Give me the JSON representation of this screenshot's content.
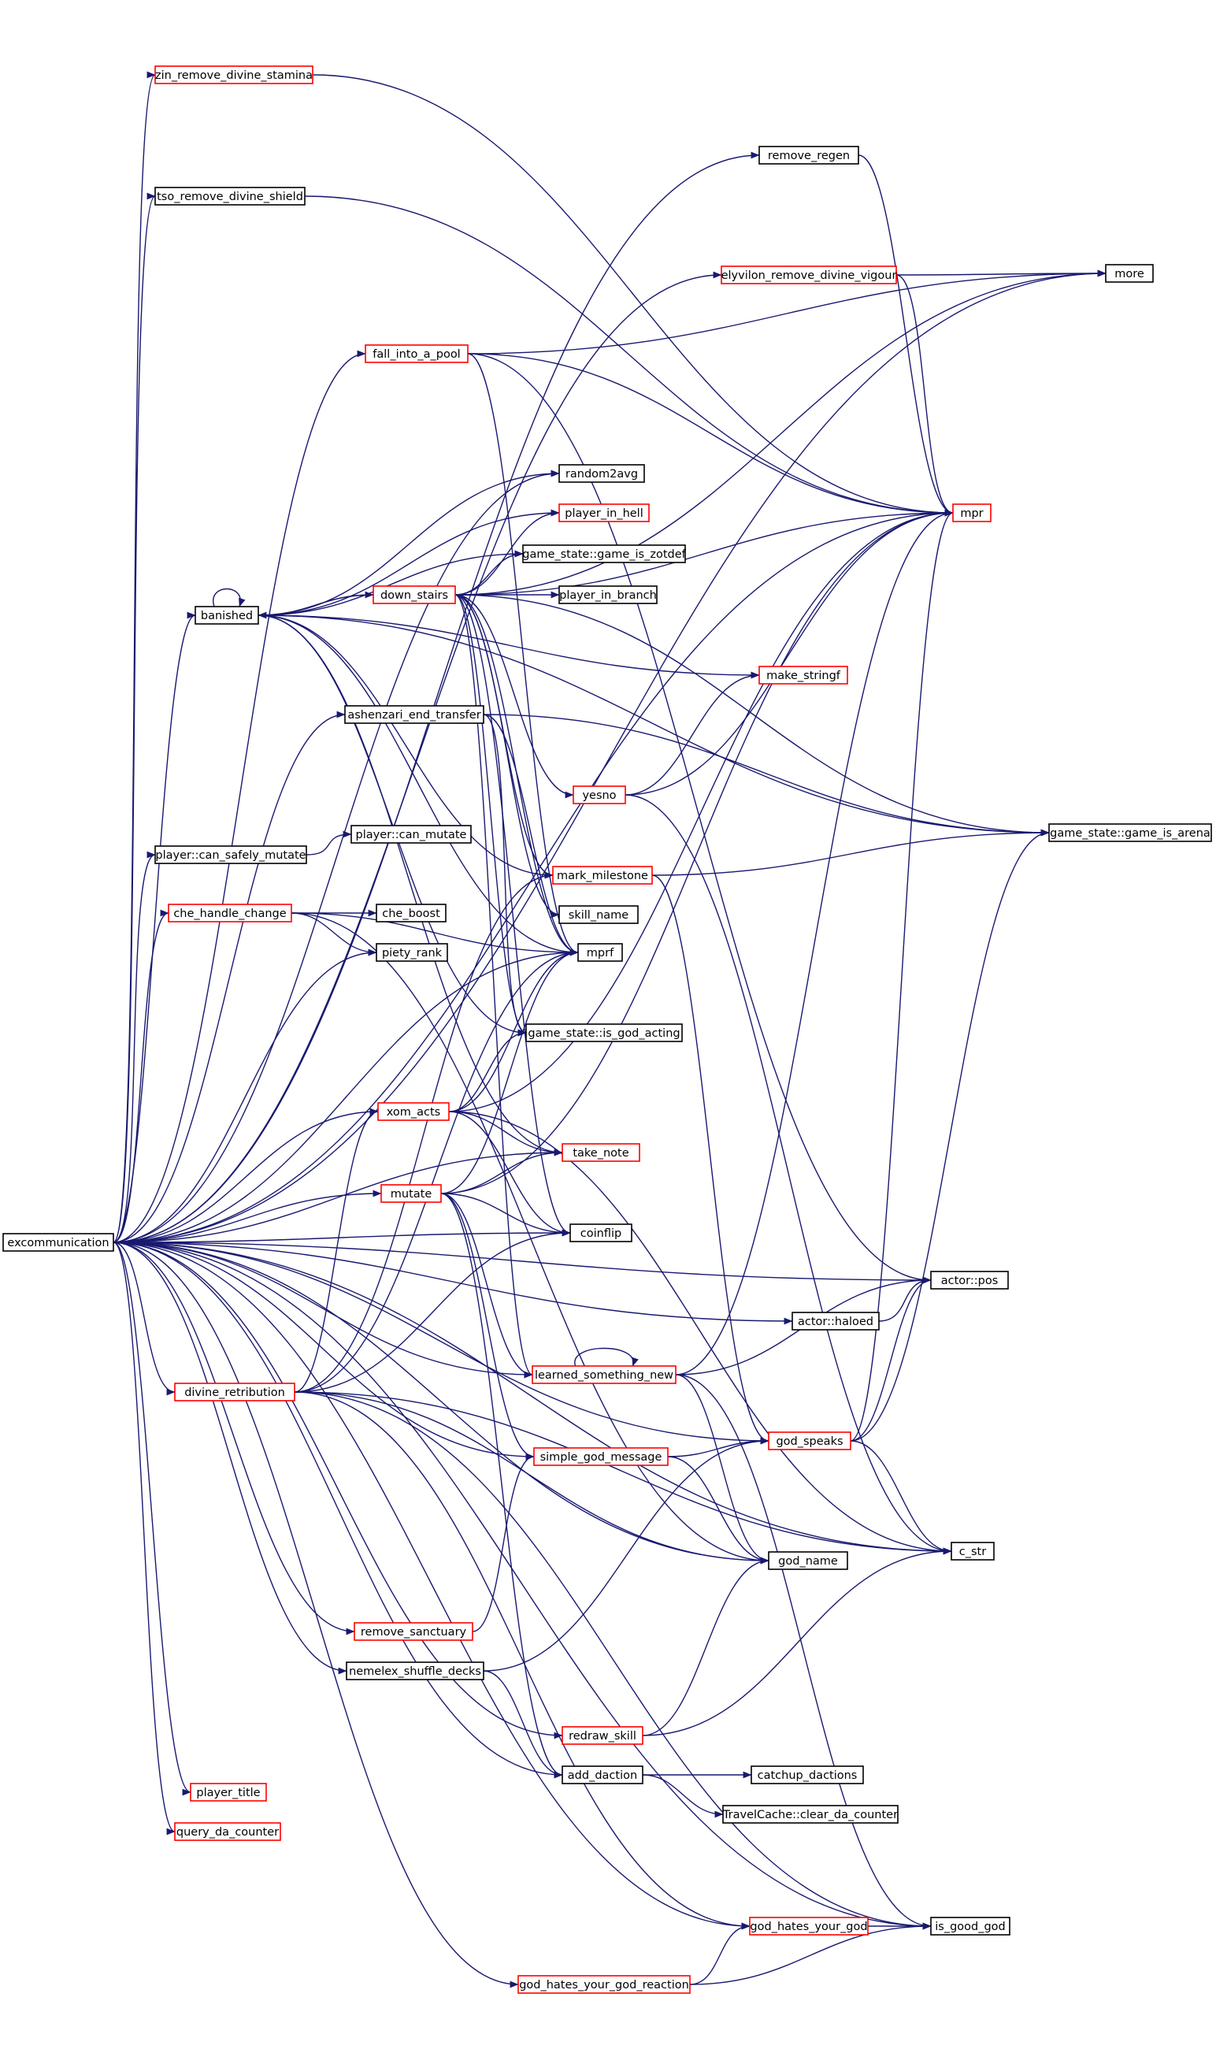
{
  "diagram": {
    "colors": {
      "edge": "#191970",
      "border_documented": "#000000",
      "border_undocumented": "#ff0000",
      "root_fill": "#bfbfbf",
      "node_fill": "#ffffff"
    },
    "nodes": [
      {
        "id": "excommunication",
        "label": "excommunication",
        "border": "black",
        "root": true
      },
      {
        "id": "zin_remove_divine_stamina",
        "label": "zin_remove_divine_stamina",
        "border": "red"
      },
      {
        "id": "remove_regen",
        "label": "remove_regen",
        "border": "black"
      },
      {
        "id": "tso_remove_divine_shield",
        "label": "tso_remove_divine_shield",
        "border": "black"
      },
      {
        "id": "more",
        "label": "more",
        "border": "black"
      },
      {
        "id": "elyvilon_remove_divine_vigour",
        "label": "elyvilon_remove_divine_vigour",
        "border": "red"
      },
      {
        "id": "fall_into_a_pool",
        "label": "fall_into_a_pool",
        "border": "red"
      },
      {
        "id": "random2avg",
        "label": "random2avg",
        "border": "black"
      },
      {
        "id": "player_in_hell",
        "label": "player_in_hell",
        "border": "red"
      },
      {
        "id": "mpr",
        "label": "mpr",
        "border": "red"
      },
      {
        "id": "game_is_zotdef",
        "label": "game_state::game_is_zotdef",
        "border": "black"
      },
      {
        "id": "banished",
        "label": "banished",
        "border": "black"
      },
      {
        "id": "down_stairs",
        "label": "down_stairs",
        "border": "red"
      },
      {
        "id": "player_in_branch",
        "label": "player_in_branch",
        "border": "black"
      },
      {
        "id": "make_stringf",
        "label": "make_stringf",
        "border": "red"
      },
      {
        "id": "ashenzari_end_transfer",
        "label": "ashenzari_end_transfer",
        "border": "black"
      },
      {
        "id": "yesno",
        "label": "yesno",
        "border": "red"
      },
      {
        "id": "game_is_arena",
        "label": "game_state::game_is_arena",
        "border": "black"
      },
      {
        "id": "can_safely_mutate",
        "label": "player::can_safely_mutate",
        "border": "black"
      },
      {
        "id": "can_mutate",
        "label": "player::can_mutate",
        "border": "black"
      },
      {
        "id": "mark_milestone",
        "label": "mark_milestone",
        "border": "red"
      },
      {
        "id": "che_handle_change",
        "label": "che_handle_change",
        "border": "red"
      },
      {
        "id": "che_boost",
        "label": "che_boost",
        "border": "black"
      },
      {
        "id": "skill_name",
        "label": "skill_name",
        "border": "black"
      },
      {
        "id": "piety_rank",
        "label": "piety_rank",
        "border": "black"
      },
      {
        "id": "mprf",
        "label": "mprf",
        "border": "black"
      },
      {
        "id": "is_god_acting",
        "label": "game_state::is_god_acting",
        "border": "black"
      },
      {
        "id": "xom_acts",
        "label": "xom_acts",
        "border": "red"
      },
      {
        "id": "take_note",
        "label": "take_note",
        "border": "red"
      },
      {
        "id": "mutate",
        "label": "mutate",
        "border": "red"
      },
      {
        "id": "coinflip",
        "label": "coinflip",
        "border": "black"
      },
      {
        "id": "actor_pos",
        "label": "actor::pos",
        "border": "black"
      },
      {
        "id": "actor_haloed",
        "label": "actor::haloed",
        "border": "black"
      },
      {
        "id": "divine_retribution",
        "label": "divine_retribution",
        "border": "red"
      },
      {
        "id": "learned_something_new",
        "label": "learned_something_new",
        "border": "red"
      },
      {
        "id": "god_speaks",
        "label": "god_speaks",
        "border": "red"
      },
      {
        "id": "simple_god_message",
        "label": "simple_god_message",
        "border": "red"
      },
      {
        "id": "c_str",
        "label": "c_str",
        "border": "black"
      },
      {
        "id": "god_name",
        "label": "god_name",
        "border": "black"
      },
      {
        "id": "remove_sanctuary",
        "label": "remove_sanctuary",
        "border": "red"
      },
      {
        "id": "nemelex_shuffle_decks",
        "label": "nemelex_shuffle_decks",
        "border": "black"
      },
      {
        "id": "redraw_skill",
        "label": "redraw_skill",
        "border": "red"
      },
      {
        "id": "add_daction",
        "label": "add_daction",
        "border": "black"
      },
      {
        "id": "catchup_dactions",
        "label": "catchup_dactions",
        "border": "black"
      },
      {
        "id": "clear_da_counter",
        "label": "TravelCache::clear_da_counter",
        "border": "black"
      },
      {
        "id": "player_title",
        "label": "player_title",
        "border": "red"
      },
      {
        "id": "query_da_counter",
        "label": "query_da_counter",
        "border": "red"
      },
      {
        "id": "god_hates_your_god",
        "label": "god_hates_your_god",
        "border": "red"
      },
      {
        "id": "is_good_god",
        "label": "is_good_god",
        "border": "black"
      },
      {
        "id": "god_hates_your_god_reaction",
        "label": "god_hates_your_god_reaction",
        "border": "red"
      }
    ],
    "edges": [
      [
        "excommunication",
        "zin_remove_divine_stamina"
      ],
      [
        "excommunication",
        "remove_regen"
      ],
      [
        "excommunication",
        "tso_remove_divine_shield"
      ],
      [
        "excommunication",
        "more"
      ],
      [
        "excommunication",
        "elyvilon_remove_divine_vigour"
      ],
      [
        "excommunication",
        "fall_into_a_pool"
      ],
      [
        "excommunication",
        "random2avg"
      ],
      [
        "excommunication",
        "mpr"
      ],
      [
        "excommunication",
        "banished"
      ],
      [
        "excommunication",
        "ashenzari_end_transfer"
      ],
      [
        "excommunication",
        "can_safely_mutate"
      ],
      [
        "excommunication",
        "che_handle_change"
      ],
      [
        "excommunication",
        "piety_rank"
      ],
      [
        "excommunication",
        "xom_acts"
      ],
      [
        "excommunication",
        "take_note"
      ],
      [
        "excommunication",
        "mutate"
      ],
      [
        "excommunication",
        "coinflip"
      ],
      [
        "excommunication",
        "actor_pos"
      ],
      [
        "excommunication",
        "actor_haloed"
      ],
      [
        "excommunication",
        "divine_retribution"
      ],
      [
        "excommunication",
        "learned_something_new"
      ],
      [
        "excommunication",
        "god_speaks"
      ],
      [
        "excommunication",
        "simple_god_message"
      ],
      [
        "excommunication",
        "god_name"
      ],
      [
        "excommunication",
        "remove_sanctuary"
      ],
      [
        "excommunication",
        "nemelex_shuffle_decks"
      ],
      [
        "excommunication",
        "c_str"
      ],
      [
        "excommunication",
        "redraw_skill"
      ],
      [
        "excommunication",
        "add_daction"
      ],
      [
        "excommunication",
        "player_title"
      ],
      [
        "excommunication",
        "query_da_counter"
      ],
      [
        "excommunication",
        "god_hates_your_god"
      ],
      [
        "excommunication",
        "god_hates_your_god_reaction"
      ],
      [
        "excommunication",
        "is_good_god"
      ],
      [
        "excommunication",
        "mprf"
      ],
      [
        "zin_remove_divine_stamina",
        "mpr"
      ],
      [
        "remove_regen",
        "mpr"
      ],
      [
        "tso_remove_divine_shield",
        "mpr"
      ],
      [
        "elyvilon_remove_divine_vigour",
        "mpr"
      ],
      [
        "elyvilon_remove_divine_vigour",
        "more"
      ],
      [
        "fall_into_a_pool",
        "more"
      ],
      [
        "fall_into_a_pool",
        "mpr"
      ],
      [
        "fall_into_a_pool",
        "actor_pos"
      ],
      [
        "fall_into_a_pool",
        "mprf"
      ],
      [
        "banished",
        "banished"
      ],
      [
        "banished",
        "down_stairs"
      ],
      [
        "banished",
        "random2avg"
      ],
      [
        "banished",
        "player_in_hell"
      ],
      [
        "banished",
        "game_is_zotdef"
      ],
      [
        "banished",
        "make_stringf"
      ],
      [
        "banished",
        "mark_milestone"
      ],
      [
        "banished",
        "game_is_arena"
      ],
      [
        "banished",
        "mprf"
      ],
      [
        "banished",
        "is_god_acting"
      ],
      [
        "banished",
        "take_note"
      ],
      [
        "down_stairs",
        "banished"
      ],
      [
        "down_stairs",
        "player_in_hell"
      ],
      [
        "down_stairs",
        "game_is_zotdef"
      ],
      [
        "down_stairs",
        "player_in_branch"
      ],
      [
        "down_stairs",
        "mpr"
      ],
      [
        "down_stairs",
        "more"
      ],
      [
        "down_stairs",
        "yesno"
      ],
      [
        "down_stairs",
        "game_is_arena"
      ],
      [
        "down_stairs",
        "mark_milestone"
      ],
      [
        "down_stairs",
        "skill_name"
      ],
      [
        "down_stairs",
        "mprf"
      ],
      [
        "down_stairs",
        "is_god_acting"
      ],
      [
        "down_stairs",
        "coinflip"
      ],
      [
        "down_stairs",
        "learned_something_new"
      ],
      [
        "yesno",
        "make_stringf"
      ],
      [
        "yesno",
        "mpr"
      ],
      [
        "yesno",
        "c_str"
      ],
      [
        "ashenzari_end_transfer",
        "mprf"
      ],
      [
        "ashenzari_end_transfer",
        "is_god_acting"
      ],
      [
        "ashenzari_end_transfer",
        "game_is_arena"
      ],
      [
        "can_safely_mutate",
        "can_mutate"
      ],
      [
        "mark_milestone",
        "game_is_arena"
      ],
      [
        "mark_milestone",
        "god_speaks"
      ],
      [
        "che_handle_change",
        "che_boost"
      ],
      [
        "che_handle_change",
        "piety_rank"
      ],
      [
        "che_handle_change",
        "mprf"
      ],
      [
        "che_handle_change",
        "god_name"
      ],
      [
        "xom_acts",
        "mprf"
      ],
      [
        "xom_acts",
        "is_god_acting"
      ],
      [
        "xom_acts",
        "take_note"
      ],
      [
        "xom_acts",
        "mpr"
      ],
      [
        "xom_acts",
        "coinflip"
      ],
      [
        "xom_acts",
        "c_str"
      ],
      [
        "mutate",
        "mprf"
      ],
      [
        "mutate",
        "take_note"
      ],
      [
        "mutate",
        "coinflip"
      ],
      [
        "mutate",
        "mpr"
      ],
      [
        "mutate",
        "learned_something_new"
      ],
      [
        "mutate",
        "simple_god_message"
      ],
      [
        "mutate",
        "add_daction"
      ],
      [
        "actor_haloed",
        "actor_pos"
      ],
      [
        "divine_retribution",
        "mark_milestone"
      ],
      [
        "divine_retribution",
        "mprf"
      ],
      [
        "divine_retribution",
        "xom_acts"
      ],
      [
        "divine_retribution",
        "coinflip"
      ],
      [
        "divine_retribution",
        "god_name"
      ],
      [
        "divine_retribution",
        "c_str"
      ],
      [
        "divine_retribution",
        "god_hates_your_god"
      ],
      [
        "divine_retribution",
        "is_good_god"
      ],
      [
        "learned_something_new",
        "learned_something_new"
      ],
      [
        "learned_something_new",
        "mpr"
      ],
      [
        "learned_something_new",
        "actor_pos"
      ],
      [
        "learned_something_new",
        "god_name"
      ],
      [
        "learned_something_new",
        "is_good_god"
      ],
      [
        "god_speaks",
        "mpr"
      ],
      [
        "god_speaks",
        "game_is_arena"
      ],
      [
        "god_speaks",
        "actor_pos"
      ],
      [
        "god_speaks",
        "c_str"
      ],
      [
        "simple_god_message",
        "god_speaks"
      ],
      [
        "simple_god_message",
        "god_name"
      ],
      [
        "remove_sanctuary",
        "simple_god_message"
      ],
      [
        "nemelex_shuffle_decks",
        "god_speaks"
      ],
      [
        "nemelex_shuffle_decks",
        "add_daction"
      ],
      [
        "redraw_skill",
        "god_name"
      ],
      [
        "redraw_skill",
        "c_str"
      ],
      [
        "add_daction",
        "catchup_dactions"
      ],
      [
        "add_daction",
        "clear_da_counter"
      ],
      [
        "god_hates_your_god",
        "is_good_god"
      ],
      [
        "god_hates_your_god_reaction",
        "god_hates_your_god"
      ],
      [
        "god_hates_your_god_reaction",
        "is_good_god"
      ]
    ]
  }
}
